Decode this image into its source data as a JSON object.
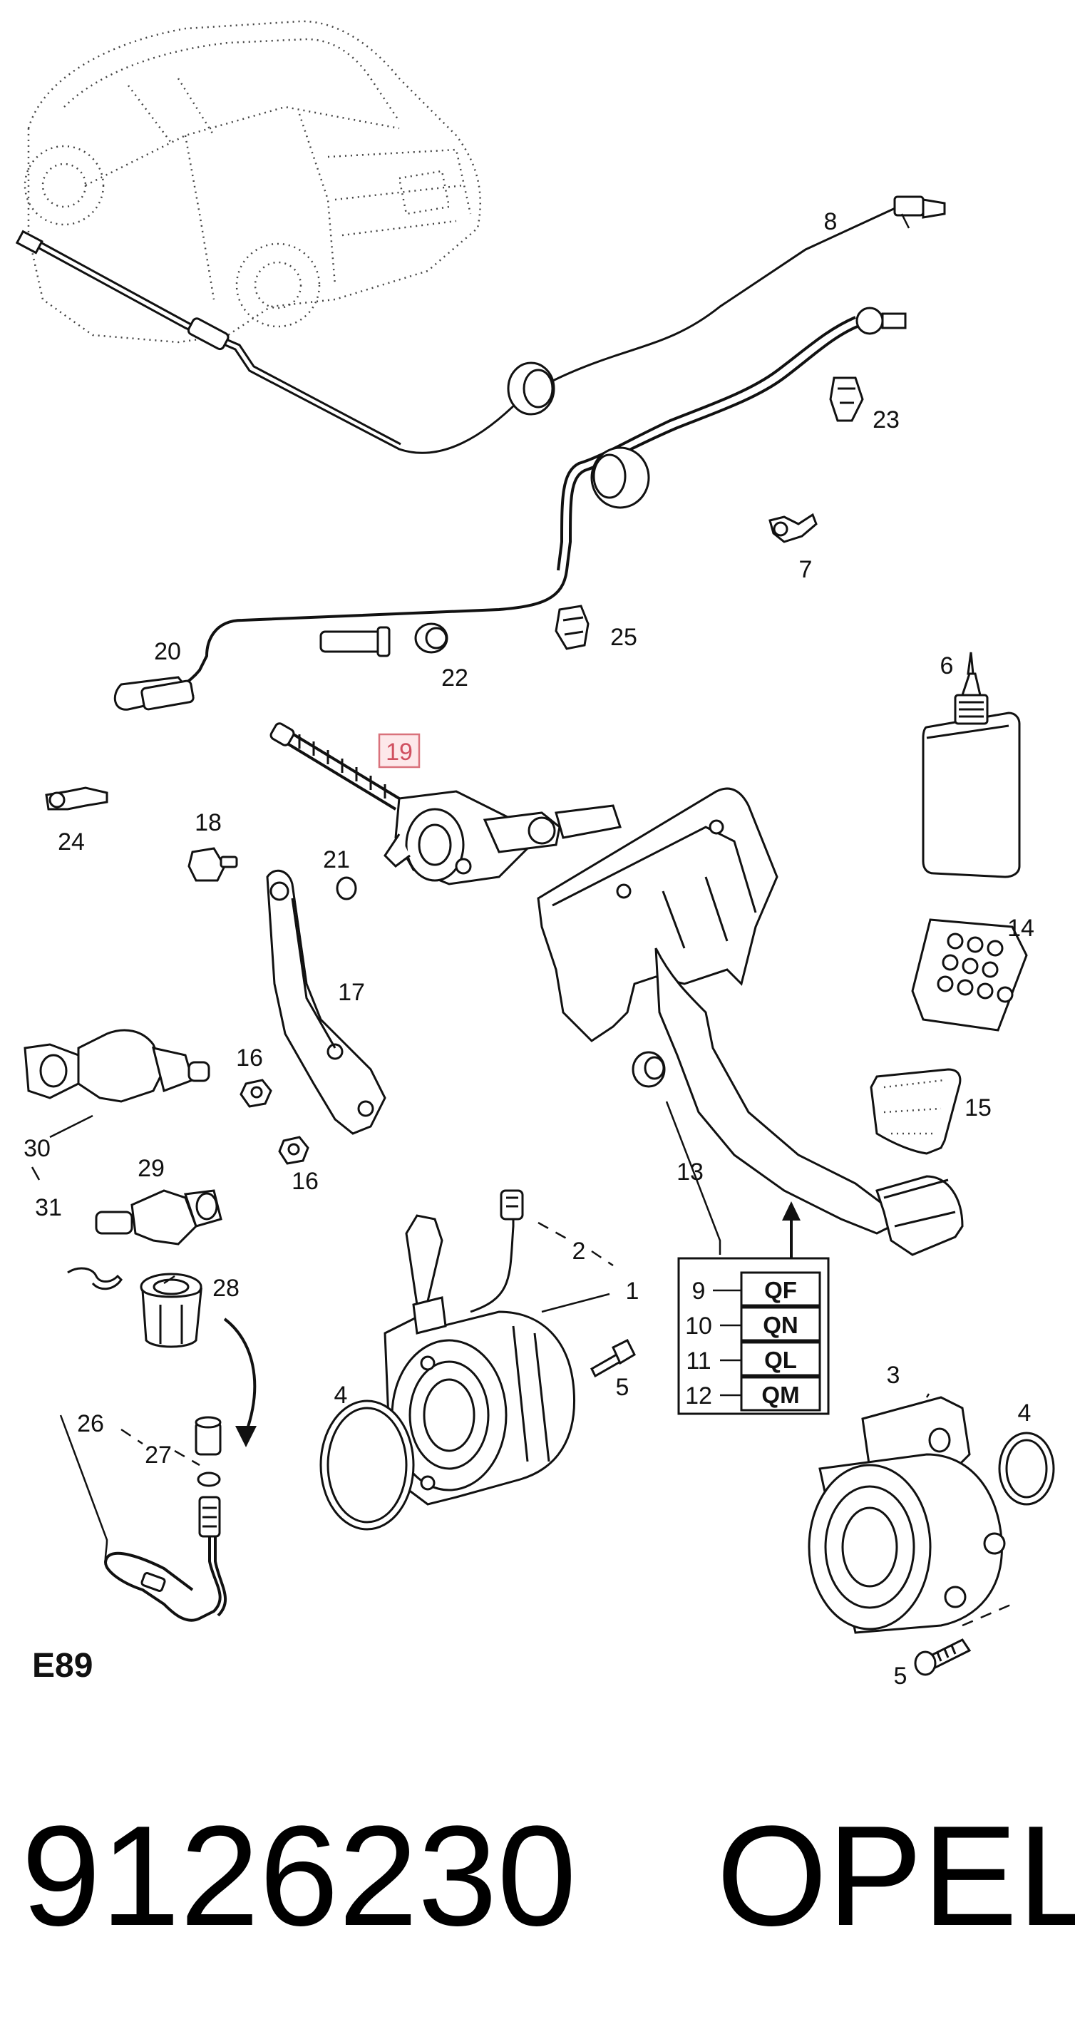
{
  "diagram": {
    "section_code": "E89",
    "highlighted_label": "19",
    "labels": {
      "l1": "1",
      "l2": "2",
      "l3": "3",
      "l4a": "4",
      "l4b": "4",
      "l5a": "5",
      "l5b": "5",
      "l6": "6",
      "l7": "7",
      "l8": "8",
      "l13": "13",
      "l14": "14",
      "l15": "15",
      "l16a": "16",
      "l16b": "16",
      "l17": "17",
      "l18": "18",
      "l20": "20",
      "l21": "21",
      "l22": "22",
      "l23": "23",
      "l24": "24",
      "l25": "25",
      "l26": "26",
      "l27": "27",
      "l28": "28",
      "l29": "29",
      "l30": "30",
      "l31": "31"
    },
    "code_table": [
      {
        "num": "9",
        "code": "QF"
      },
      {
        "num": "10",
        "code": "QN"
      },
      {
        "num": "11",
        "code": "QL"
      },
      {
        "num": "12",
        "code": "QM"
      }
    ]
  },
  "footer": {
    "part_number": "9126230",
    "brand": "OPEL"
  }
}
